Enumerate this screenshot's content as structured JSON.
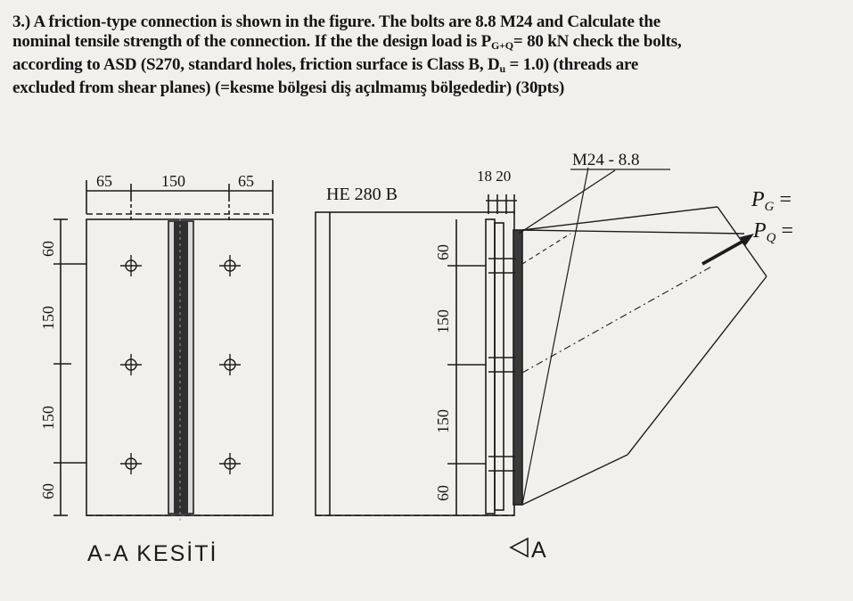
{
  "problem": {
    "line1": "3.) A friction-type connection is shown in the figure. The bolts are 8.8 M24 and Calculate the",
    "line2_a": "nominal tensile strength of the connection. If the the design load is P",
    "line2_sub": "G+Q",
    "line2_b": "= 80 kN check the bolts,",
    "line3_a": "according to ASD (S270, standard holes, friction surface is Class B, D",
    "line3_sub": "u",
    "line3_b": " = 1.0)  (threads are",
    "line4": "excluded from shear planes) (=kesme bölgesi diş açılmamış bölgededir) (30pts)"
  },
  "figure": {
    "top_dims": [
      "65",
      "150",
      "65"
    ],
    "left_dims": [
      "60",
      "150",
      "150",
      "60"
    ],
    "mid_dims": [
      "60",
      "150",
      "150",
      "60"
    ],
    "plate_dims": "18 20",
    "profile_label": "HE 280 B",
    "bolt_label": "M24 - 8.8",
    "load_g": "P",
    "load_g_sub": "G",
    "load_q": "P",
    "load_q_sub": "Q",
    "equals": "=",
    "section_title": "A-A KESİTİ",
    "section_mark": "A"
  }
}
